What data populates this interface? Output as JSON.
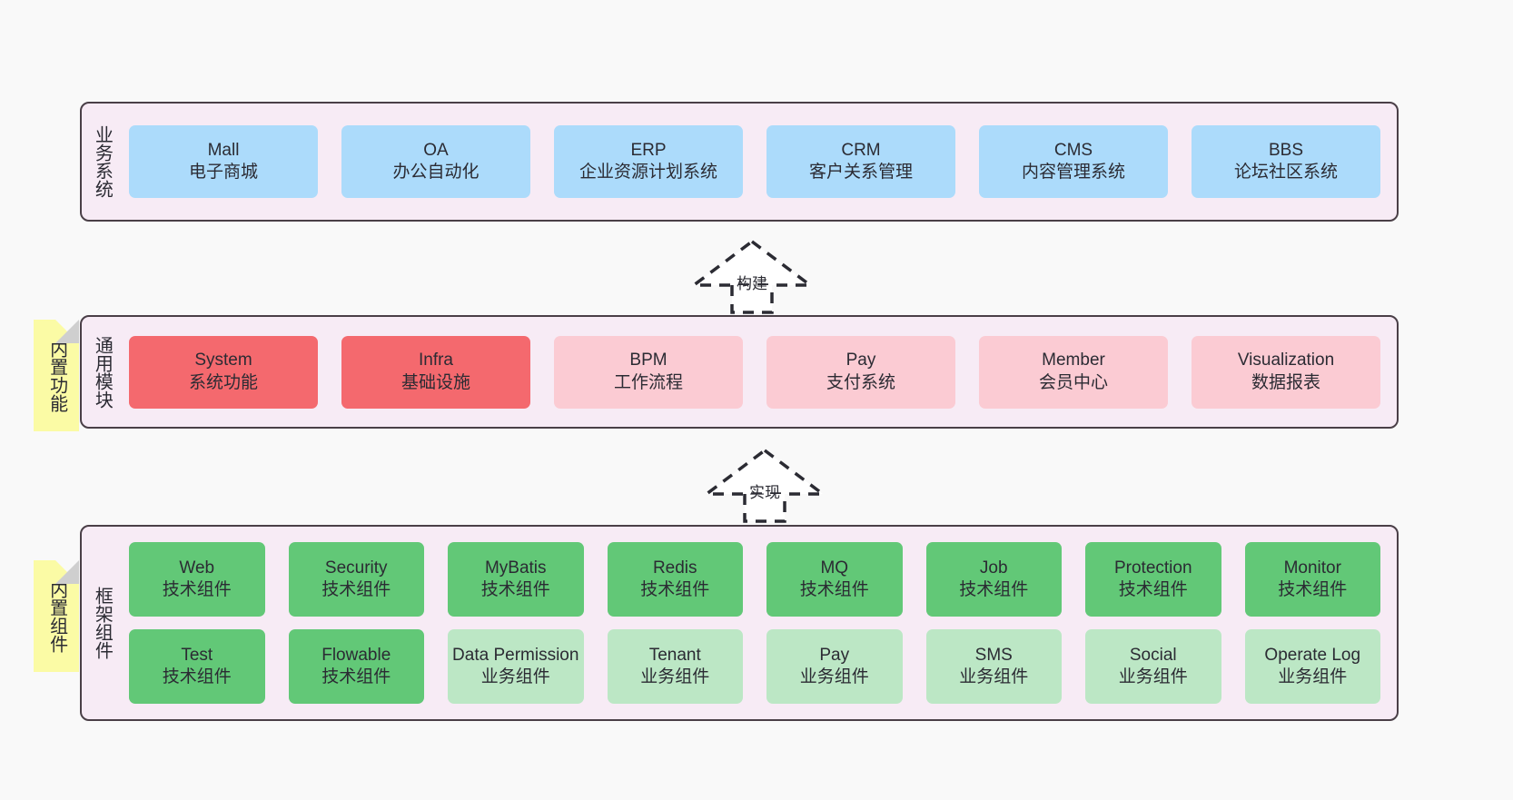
{
  "canvas": {
    "background": "#F9F9F9",
    "panel_background": "#F7EBF5",
    "panel_border": "#4A3F47",
    "note_background": "#FBFBA5",
    "note_fold": "#CFCFCF",
    "color_blue": "#ACDBFB",
    "color_red": "#F4696E",
    "color_pink": "#FBCBD3",
    "color_green": "#62C877",
    "color_lightgreen": "#BCE7C5"
  },
  "layers": {
    "business": {
      "title": "业务系统",
      "boxes": [
        {
          "name": "Mall",
          "sub": "电子商城"
        },
        {
          "name": "OA",
          "sub": "办公自动化"
        },
        {
          "name": "ERP",
          "sub": "企业资源计划系统"
        },
        {
          "name": "CRM",
          "sub": "客户关系管理"
        },
        {
          "name": "CMS",
          "sub": "内容管理系统"
        },
        {
          "name": "BBS",
          "sub": "论坛社区系统"
        }
      ]
    },
    "common": {
      "title": "通用模块",
      "note": "内置功能",
      "boxes": [
        {
          "name": "System",
          "sub": "系统功能",
          "style": "red"
        },
        {
          "name": "Infra",
          "sub": "基础设施",
          "style": "red"
        },
        {
          "name": "BPM",
          "sub": "工作流程",
          "style": "pink"
        },
        {
          "name": "Pay",
          "sub": "支付系统",
          "style": "pink"
        },
        {
          "name": "Member",
          "sub": "会员中心",
          "style": "pink"
        },
        {
          "name": "Visualization",
          "sub": "数据报表",
          "style": "pink"
        }
      ]
    },
    "framework": {
      "title": "框架组件",
      "note": "内置组件",
      "row_tech": [
        {
          "name": "Web",
          "sub": "技术组件"
        },
        {
          "name": "Security",
          "sub": "技术组件"
        },
        {
          "name": "MyBatis",
          "sub": "技术组件"
        },
        {
          "name": "Redis",
          "sub": "技术组件"
        },
        {
          "name": "MQ",
          "sub": "技术组件"
        },
        {
          "name": "Job",
          "sub": "技术组件"
        },
        {
          "name": "Protection",
          "sub": "技术组件"
        },
        {
          "name": "Monitor",
          "sub": "技术组件"
        }
      ],
      "row_mixed": [
        {
          "name": "Test",
          "sub": "技术组件",
          "style": "green"
        },
        {
          "name": "Flowable",
          "sub": "技术组件",
          "style": "green"
        },
        {
          "name": "Data Permission",
          "sub": "业务组件",
          "style": "lightgreen"
        },
        {
          "name": "Tenant",
          "sub": "业务组件",
          "style": "lightgreen"
        },
        {
          "name": "Pay",
          "sub": "业务组件",
          "style": "lightgreen"
        },
        {
          "name": "SMS",
          "sub": "业务组件",
          "style": "lightgreen"
        },
        {
          "name": "Social",
          "sub": "业务组件",
          "style": "lightgreen"
        },
        {
          "name": "Operate Log",
          "sub": "业务组件",
          "style": "lightgreen"
        }
      ]
    }
  },
  "connectors": [
    {
      "label": "构建"
    },
    {
      "label": "实现"
    }
  ]
}
